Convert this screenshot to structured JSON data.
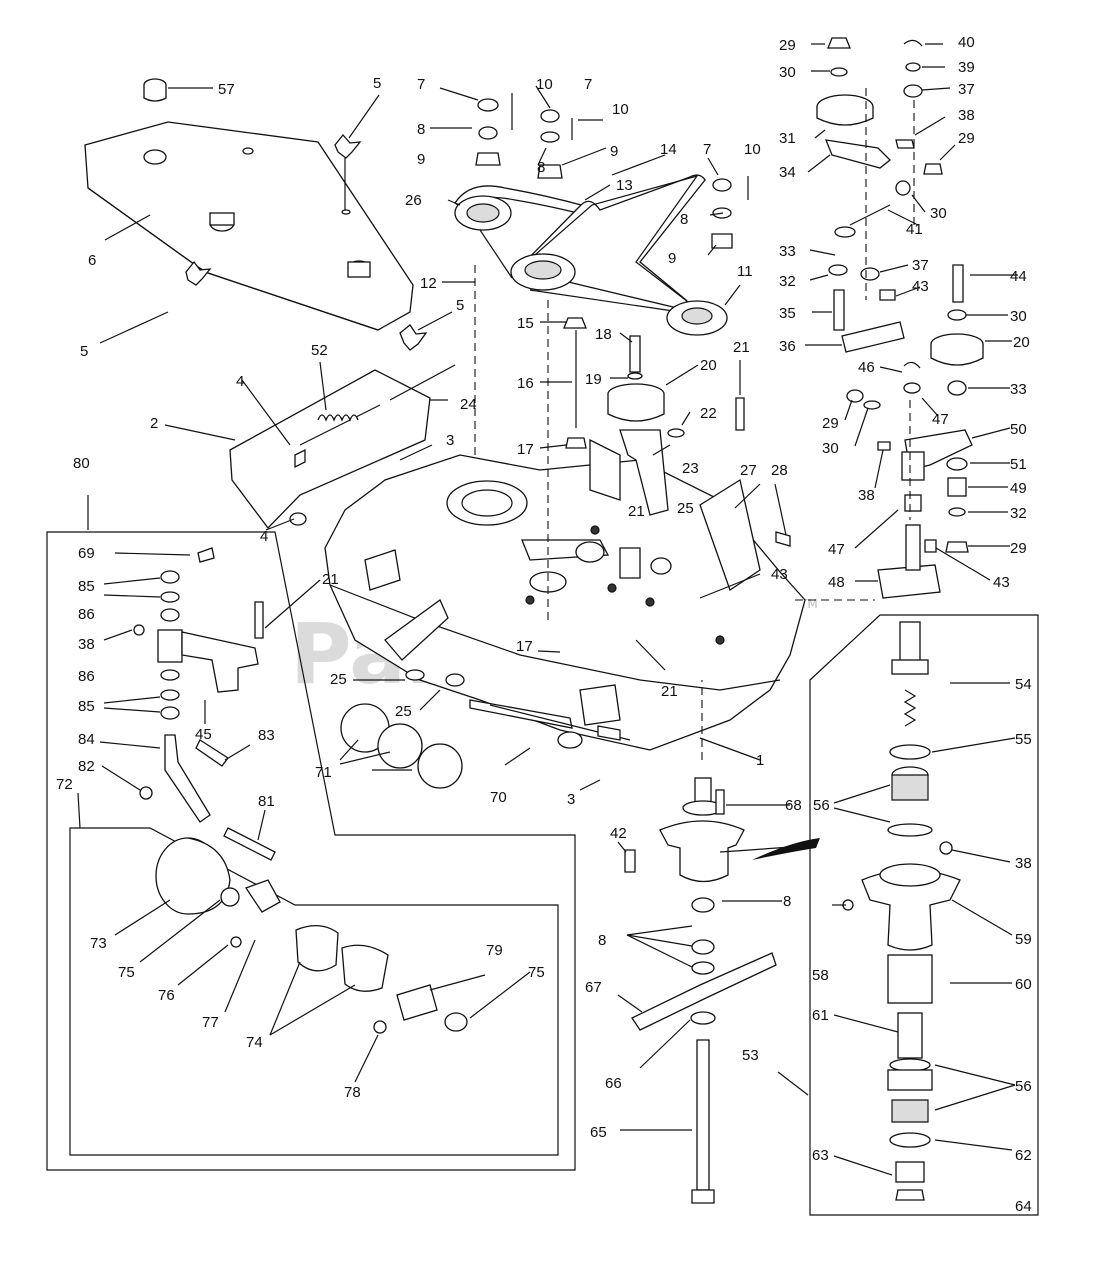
{
  "watermark": {
    "text": "PartsTree",
    "trademark": "TM"
  },
  "callouts": [
    {
      "id": "c57",
      "text": "57"
    },
    {
      "id": "c5a",
      "text": "5"
    },
    {
      "id": "c6",
      "text": "6"
    },
    {
      "id": "c5b",
      "text": "5"
    },
    {
      "id": "c5c",
      "text": "5"
    },
    {
      "id": "c7a",
      "text": "7"
    },
    {
      "id": "c10a",
      "text": "10"
    },
    {
      "id": "c8a",
      "text": "8"
    },
    {
      "id": "c9a",
      "text": "9"
    },
    {
      "id": "c7b",
      "text": "7"
    },
    {
      "id": "c10b",
      "text": "10"
    },
    {
      "id": "c8b",
      "text": "8"
    },
    {
      "id": "c9b",
      "text": "9"
    },
    {
      "id": "c14",
      "text": "14"
    },
    {
      "id": "c13",
      "text": "13"
    },
    {
      "id": "c26",
      "text": "26"
    },
    {
      "id": "c7c",
      "text": "7"
    },
    {
      "id": "c10c",
      "text": "10"
    },
    {
      "id": "c8c",
      "text": "8"
    },
    {
      "id": "c9c",
      "text": "9"
    },
    {
      "id": "c11",
      "text": "11"
    },
    {
      "id": "c12",
      "text": "12"
    },
    {
      "id": "c15",
      "text": "15"
    },
    {
      "id": "c16",
      "text": "16"
    },
    {
      "id": "c17a",
      "text": "17"
    },
    {
      "id": "c18",
      "text": "18"
    },
    {
      "id": "c19",
      "text": "19"
    },
    {
      "id": "c20a",
      "text": "20"
    },
    {
      "id": "c21a",
      "text": "21"
    },
    {
      "id": "c22",
      "text": "22"
    },
    {
      "id": "c23",
      "text": "23"
    },
    {
      "id": "c21b",
      "text": "21"
    },
    {
      "id": "c25a",
      "text": "25"
    },
    {
      "id": "c27",
      "text": "27"
    },
    {
      "id": "c28",
      "text": "28"
    },
    {
      "id": "c43a",
      "text": "43"
    },
    {
      "id": "c52",
      "text": "52"
    },
    {
      "id": "c4a",
      "text": "4"
    },
    {
      "id": "c2",
      "text": "2"
    },
    {
      "id": "c24",
      "text": "24"
    },
    {
      "id": "c3a",
      "text": "3"
    },
    {
      "id": "c4b",
      "text": "4"
    },
    {
      "id": "c80",
      "text": "80"
    },
    {
      "id": "c69",
      "text": "69"
    },
    {
      "id": "c85a",
      "text": "85"
    },
    {
      "id": "c86a",
      "text": "86"
    },
    {
      "id": "c38a",
      "text": "38"
    },
    {
      "id": "c86b",
      "text": "86"
    },
    {
      "id": "c85b",
      "text": "85"
    },
    {
      "id": "c45",
      "text": "45"
    },
    {
      "id": "c84",
      "text": "84"
    },
    {
      "id": "c83",
      "text": "83"
    },
    {
      "id": "c82",
      "text": "82"
    },
    {
      "id": "c72",
      "text": "72"
    },
    {
      "id": "c81",
      "text": "81"
    },
    {
      "id": "c21c",
      "text": "21"
    },
    {
      "id": "c25b",
      "text": "25"
    },
    {
      "id": "c25c",
      "text": "25"
    },
    {
      "id": "c71",
      "text": "71"
    },
    {
      "id": "c17b",
      "text": "17"
    },
    {
      "id": "c21d",
      "text": "21"
    },
    {
      "id": "c70",
      "text": "70"
    },
    {
      "id": "c3b",
      "text": "3"
    },
    {
      "id": "c1",
      "text": "1"
    },
    {
      "id": "c29a",
      "text": "29"
    },
    {
      "id": "c40",
      "text": "40"
    },
    {
      "id": "c30a",
      "text": "30"
    },
    {
      "id": "c39",
      "text": "39"
    },
    {
      "id": "c37a",
      "text": "37"
    },
    {
      "id": "c31",
      "text": "31"
    },
    {
      "id": "c38b",
      "text": "38"
    },
    {
      "id": "c34",
      "text": "34"
    },
    {
      "id": "c29b",
      "text": "29"
    },
    {
      "id": "c30b",
      "text": "30"
    },
    {
      "id": "c41",
      "text": "41"
    },
    {
      "id": "c33a",
      "text": "33"
    },
    {
      "id": "c32a",
      "text": "32"
    },
    {
      "id": "c37b",
      "text": "37"
    },
    {
      "id": "c44",
      "text": "44"
    },
    {
      "id": "c35",
      "text": "35"
    },
    {
      "id": "c43b",
      "text": "43"
    },
    {
      "id": "c30c",
      "text": "30"
    },
    {
      "id": "c36",
      "text": "36"
    },
    {
      "id": "c20b",
      "text": "20"
    },
    {
      "id": "c46",
      "text": "46"
    },
    {
      "id": "c33b",
      "text": "33"
    },
    {
      "id": "c29c",
      "text": "29"
    },
    {
      "id": "c47a",
      "text": "47"
    },
    {
      "id": "c30d",
      "text": "30"
    },
    {
      "id": "c50",
      "text": "50"
    },
    {
      "id": "c51",
      "text": "51"
    },
    {
      "id": "c38c",
      "text": "38"
    },
    {
      "id": "c49",
      "text": "49"
    },
    {
      "id": "c32b",
      "text": "32"
    },
    {
      "id": "c47b",
      "text": "47"
    },
    {
      "id": "c29d",
      "text": "29"
    },
    {
      "id": "c48",
      "text": "48"
    },
    {
      "id": "c43c",
      "text": "43"
    },
    {
      "id": "c54",
      "text": "54"
    },
    {
      "id": "c55",
      "text": "55"
    },
    {
      "id": "c56a",
      "text": "56"
    },
    {
      "id": "c38d",
      "text": "38"
    },
    {
      "id": "c68",
      "text": "68"
    },
    {
      "id": "c42",
      "text": "42"
    },
    {
      "id": "c8d",
      "text": "8"
    },
    {
      "id": "c8e",
      "text": "8"
    },
    {
      "id": "c59",
      "text": "59"
    },
    {
      "id": "c58",
      "text": "58"
    },
    {
      "id": "c60",
      "text": "60"
    },
    {
      "id": "c67",
      "text": "67"
    },
    {
      "id": "c61",
      "text": "61"
    },
    {
      "id": "c53",
      "text": "53"
    },
    {
      "id": "c66",
      "text": "66"
    },
    {
      "id": "c56b",
      "text": "56"
    },
    {
      "id": "c62",
      "text": "62"
    },
    {
      "id": "c63",
      "text": "63"
    },
    {
      "id": "c64",
      "text": "64"
    },
    {
      "id": "c65",
      "text": "65"
    },
    {
      "id": "c73",
      "text": "73"
    },
    {
      "id": "c75a",
      "text": "75"
    },
    {
      "id": "c76",
      "text": "76"
    },
    {
      "id": "c77",
      "text": "77"
    },
    {
      "id": "c74",
      "text": "74"
    },
    {
      "id": "c79",
      "text": "79"
    },
    {
      "id": "c75b",
      "text": "75"
    },
    {
      "id": "c78",
      "text": "78"
    }
  ]
}
